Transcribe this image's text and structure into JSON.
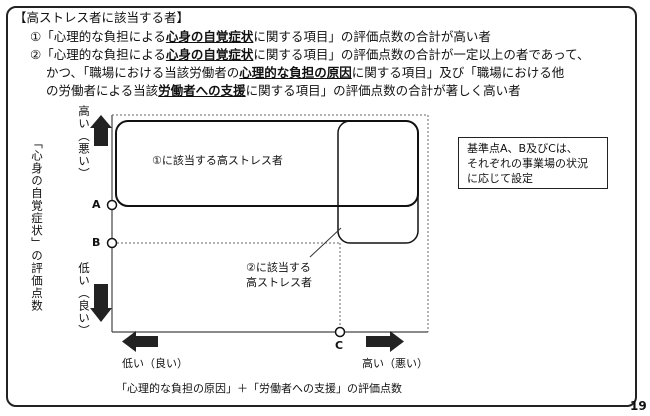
{
  "heading": "【高ストレス者に該当する者】",
  "criteria": [
    {
      "line1": {
        "prefix": "①「心理的な負担による",
        "em1": "心身の自覚症状",
        "mid": "に関する項目」の評価点数の合計が高い者"
      }
    },
    {
      "line1": {
        "prefix": "②「心理的な負担による",
        "em1": "心身の自覚症状",
        "mid": "に関する項目」の評価点数の合計が一定以上の者であって、"
      },
      "line2": {
        "prefix": "かつ、「職場における当該労働者の",
        "em1": "心理的な負担の原因",
        "mid": "に関する項目」及び「職場における他"
      },
      "line3": {
        "prefix": "の労働者による当該",
        "em1": "労働者への支援",
        "mid": "に関する項目」の評価点数の合計が著しく高い者"
      }
    }
  ],
  "diagram": {
    "y_axis_label": "「心身の自覚症状」の評価点数",
    "y_high_label": "高い（悪い）",
    "y_low_label": "低い（良い）",
    "point_a": "A",
    "point_b": "B",
    "point_c": "C",
    "x_low_label": "低い（良い）",
    "x_high_label": "高い（悪い）",
    "x_axis_label": "「心理的な負担の原因」＋「労働者への支援」の評価点数",
    "region1_label": "①に該当する高ストレス者",
    "region2_label_line1": "②に該当する",
    "region2_label_line2": "高ストレス者",
    "note_lines": [
      "基準点A、B及びCは、",
      "それぞれの事業場の状況",
      "に応じて設定"
    ]
  },
  "page_number": "19"
}
